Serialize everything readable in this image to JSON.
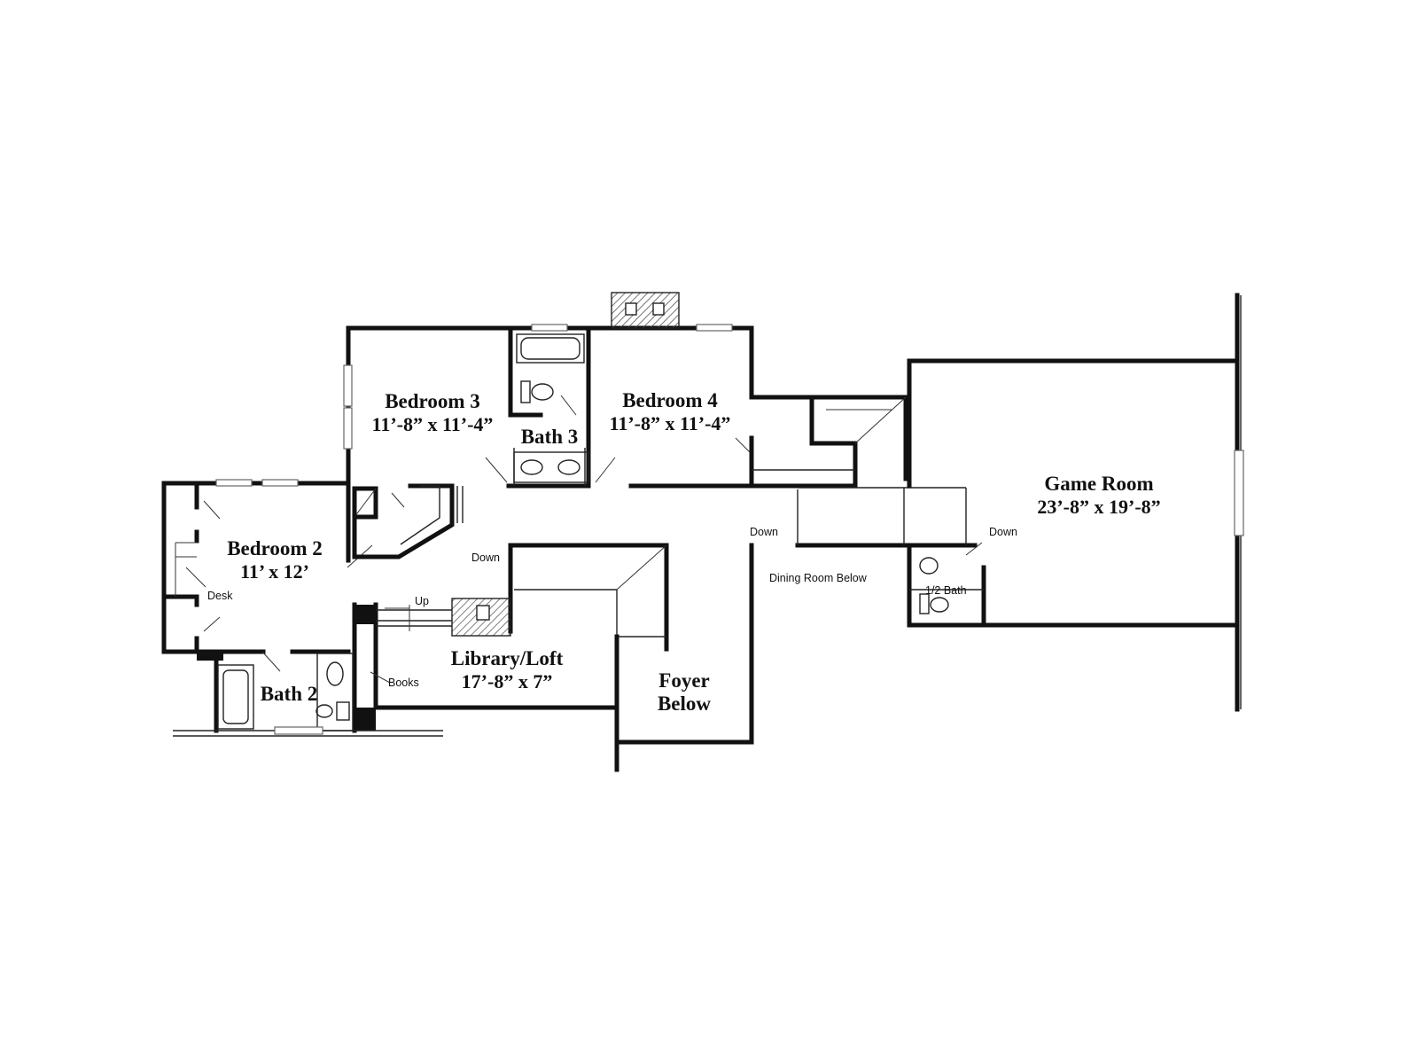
{
  "colors": {
    "ink": "#111111",
    "background": "#ffffff"
  },
  "rooms": {
    "bedroom3": {
      "name": "Bedroom 3",
      "dims": "11’-8” x 11’-4”"
    },
    "bedroom4": {
      "name": "Bedroom 4",
      "dims": "11’-8” x 11’-4”"
    },
    "bath3": {
      "name": "Bath 3"
    },
    "bedroom2": {
      "name": "Bedroom 2",
      "dims": "11’ x 12’"
    },
    "game_room": {
      "name": "Game Room",
      "dims": "23’-8” x 19’-8”"
    },
    "library_loft": {
      "name": "Library/Loft",
      "dims": "17’-8” x 7”"
    },
    "bath2": {
      "name": "Bath 2"
    },
    "foyer": {
      "line1": "Foyer",
      "line2": "Below"
    }
  },
  "notes": {
    "down_left": "Down",
    "down_hall": "Down",
    "down_right": "Down",
    "up": "Up",
    "desk": "Desk",
    "books": "Books",
    "dining_below": "Dining Room Below",
    "half_bath": "1/2 Bath"
  }
}
